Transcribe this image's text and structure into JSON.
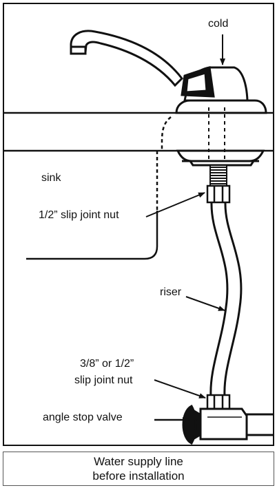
{
  "diagram": {
    "labels": {
      "cold": "cold",
      "sink": "sink",
      "slip_nut_half": "1/2” slip joint nut",
      "riser": "riser",
      "slip_nut_line1": "3/8” or 1/2”",
      "slip_nut_line2": "slip joint nut",
      "angle_stop_valve": "angle stop valve"
    }
  },
  "caption": {
    "line1": "Water supply line",
    "line2": "before installation"
  },
  "colors": {
    "ink": "#111111",
    "background": "#ffffff"
  }
}
